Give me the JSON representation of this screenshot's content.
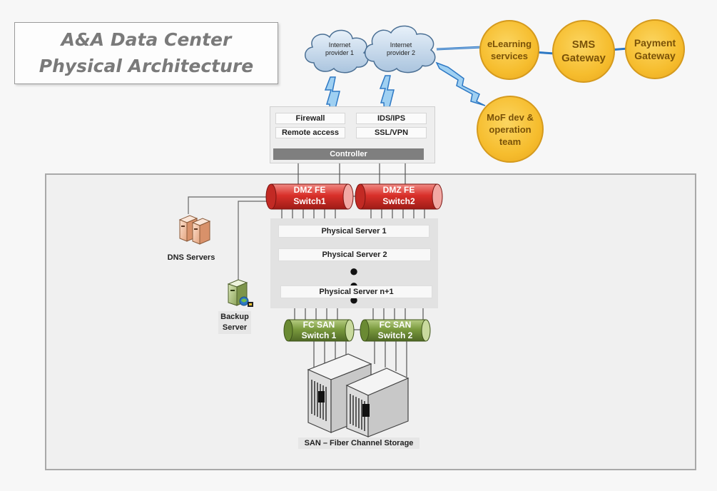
{
  "title": {
    "line1": "A&A Data Center",
    "line2": "Physical Architecture"
  },
  "clouds": [
    {
      "line1": "Internet",
      "line2": "provider 1"
    },
    {
      "line1": "Internet",
      "line2": "provider 2"
    }
  ],
  "external_services": {
    "elearning": {
      "line1": "eLearning",
      "line2": "services"
    },
    "sms": {
      "line1": "SMS",
      "line2": "Gateway"
    },
    "payment": {
      "line1": "Payment",
      "line2": "Gateway"
    },
    "mof": {
      "line1": "MoF dev &",
      "line2": "operation",
      "line3": "team"
    }
  },
  "security": {
    "firewall": "Firewall",
    "ids_ips": "IDS/IPS",
    "remote_access": "Remote access",
    "ssl_vpn": "SSL/VPN",
    "controller": "Controller"
  },
  "dmz_switches": [
    {
      "line1": "DMZ FE",
      "line2": "Switch1"
    },
    {
      "line1": "DMZ FE",
      "line2": "Switch2"
    }
  ],
  "servers": {
    "row1": "Physical Server 1",
    "row2": "Physical Server 2",
    "dots": "● ● ●",
    "row3": "Physical Server n+1"
  },
  "fc_switches": [
    {
      "line1": "FC SAN",
      "line2": "Switch 1"
    },
    {
      "line1": "FC SAN",
      "line2": "Switch 2"
    }
  ],
  "dns": "DNS Servers",
  "backup": {
    "line1": "Backup",
    "line2": "Server"
  },
  "san": "SAN – Fiber Channel Storage",
  "colors": {
    "dmz_red": "#d9302a",
    "fc_green": "#78953c",
    "service_gold": "#f6bd2e",
    "lightning_blue": "#2d78c4"
  }
}
